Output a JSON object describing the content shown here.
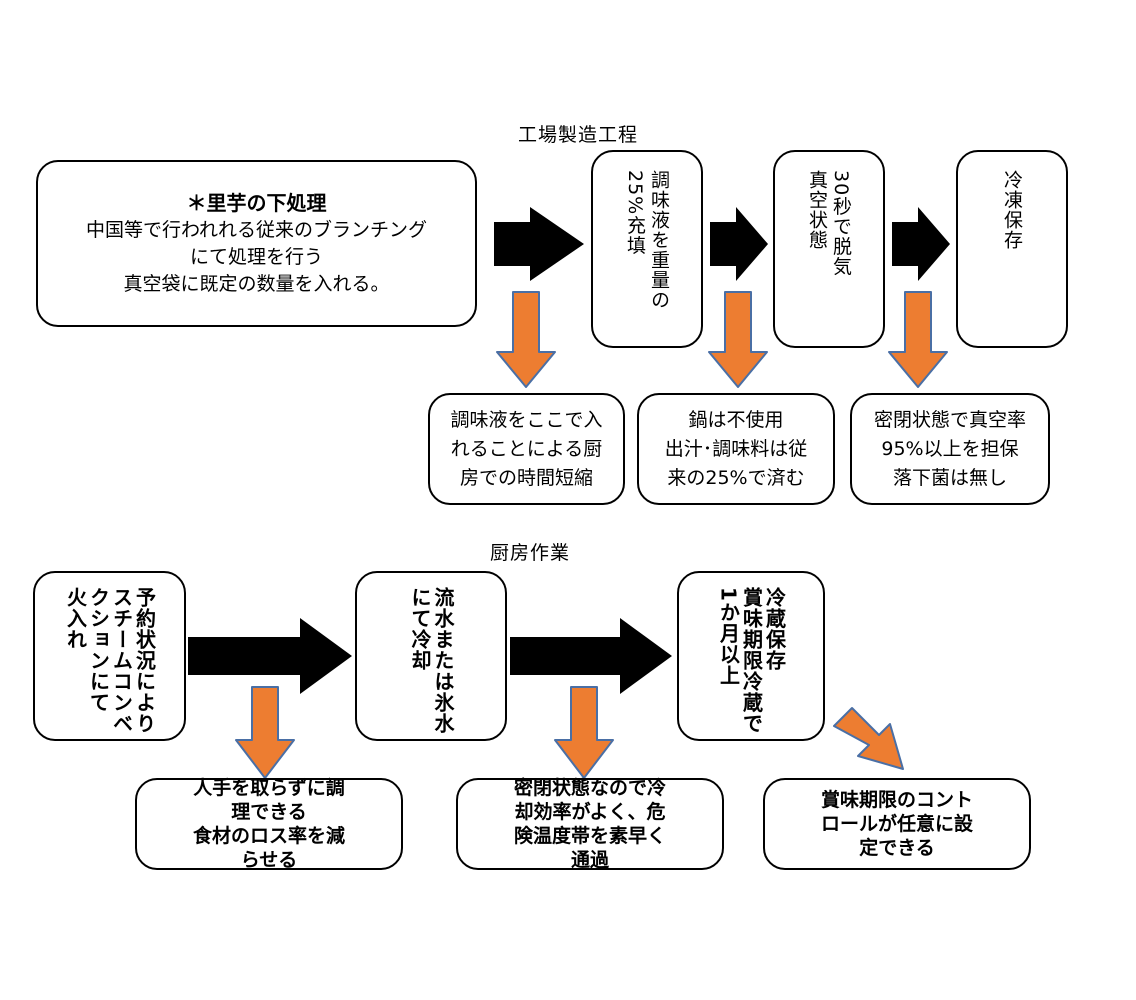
{
  "factory": {
    "title": "工場製造工程",
    "intro": {
      "heading": "＊里芋の下処理",
      "lines": [
        "中国等で行われれる従来のブランチング",
        "にて処理を行う",
        "真空袋に既定の数量を入れる。"
      ]
    },
    "steps": [
      {
        "lines": [
          "調味液を重量の",
          "25%充填"
        ]
      },
      {
        "lines": [
          "30秒で脱気",
          "真空状態"
        ]
      },
      {
        "lines": [
          "冷凍保存"
        ]
      }
    ],
    "notes": [
      {
        "lines": [
          "調味液をここで入",
          "れることによる厨",
          "房での時間短縮"
        ]
      },
      {
        "lines": [
          "鍋は不使用",
          "出汁･調味料は従",
          "来の25%で済む"
        ]
      },
      {
        "lines": [
          "密閉状態で真空率",
          "95%以上を担保",
          "落下菌は無し"
        ]
      }
    ]
  },
  "kitchen": {
    "title": "厨房作業",
    "steps": [
      {
        "lines": [
          "予約状況により",
          "スチームコンベ",
          "クションにて",
          "火入れ"
        ]
      },
      {
        "lines": [
          "流水または氷水",
          "にて冷却"
        ]
      },
      {
        "lines": [
          "冷蔵保存",
          "賞味期限冷蔵で",
          "1か月以上"
        ]
      }
    ],
    "notes": [
      {
        "lines": [
          "人手を取らずに調",
          "理できる",
          "食材のロス率を減",
          "らせる"
        ]
      },
      {
        "lines": [
          "密閉状態なので冷",
          "却効率がよく、危",
          "険温度帯を素早く",
          "通過"
        ]
      },
      {
        "lines": [
          "賞味期限のコント",
          "ロールが任意に設",
          "定できる"
        ]
      }
    ]
  },
  "colors": {
    "black_arrow": "#000000",
    "orange_arrow": "#ED7D31",
    "orange_arrow_stroke": "#4a6fa5",
    "box_border": "#000000"
  }
}
